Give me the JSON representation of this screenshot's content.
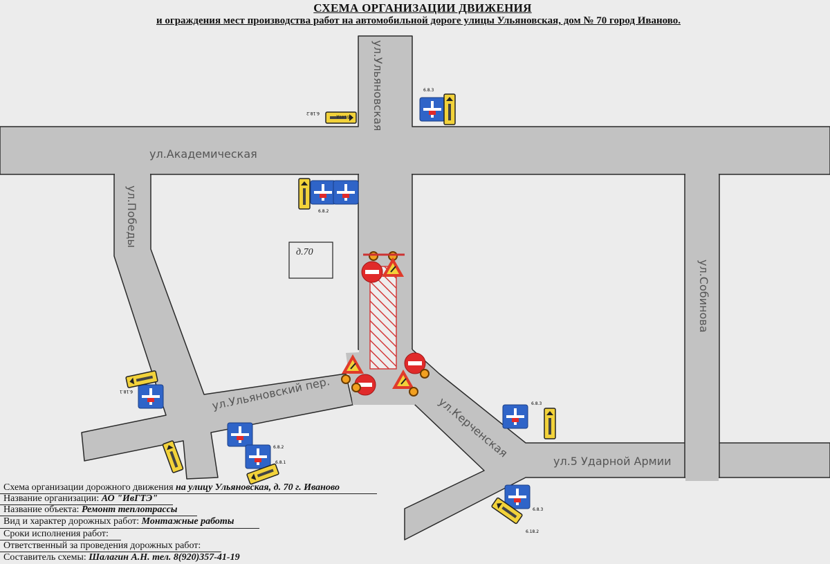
{
  "header": {
    "title": "СХЕМА ОРГАНИЗАЦИИ ДВИЖЕНИЯ",
    "subtitle": "и ограждения мест производства  работ на  автомобильной дороге улицы Ульяновская, дом № 70 город Иваново."
  },
  "streets": {
    "ulyanovskaya": "ул.Ульяновская",
    "akademicheskaya": "ул.Академическая",
    "pobedy": "ул.Победы",
    "sobinova": "ул.Собинова",
    "ulyanovsky_per": "ул.Ульяновский пер.",
    "kerchenskaya": "ул.Керченская",
    "udarnoy_armii": "ул.5 Ударной Армии"
  },
  "building": {
    "label": "д.70"
  },
  "signs": {
    "detour_text": "объезд",
    "codes": {
      "c1": "6.18.1",
      "c2": "6.18.2",
      "c3": "6.8.3",
      "c4": "6.8.2",
      "c5": "6.8.1"
    }
  },
  "colors": {
    "road": "#c2c2c2",
    "road_edge": "#2a2a2a",
    "work_zone": "#d33b3b",
    "sign_blue": "#2f64c8",
    "sign_yellow": "#f2d23a",
    "sign_red": "#e02a2a"
  },
  "info": [
    {
      "label": "Схема организации дорожного движения ",
      "value": "на улицу Ульяновская, д. 70 г. Иваново"
    },
    {
      "label": "Название организации: ",
      "value": "АО \"ИвГТЭ\""
    },
    {
      "label": "Название объекта: ",
      "value": "Ремонт теплотрассы"
    },
    {
      "label": "Вид и характер дорожных работ: ",
      "value": "Монтажные работы"
    },
    {
      "label": "Сроки исполнения работ:",
      "value": ""
    },
    {
      "label": "Ответственный за проведения дорожных работ:",
      "value": ""
    },
    {
      "label": "Составитель схемы: ",
      "value": "Шалагин А.Н. тел. 8(920)357-41-19"
    }
  ]
}
